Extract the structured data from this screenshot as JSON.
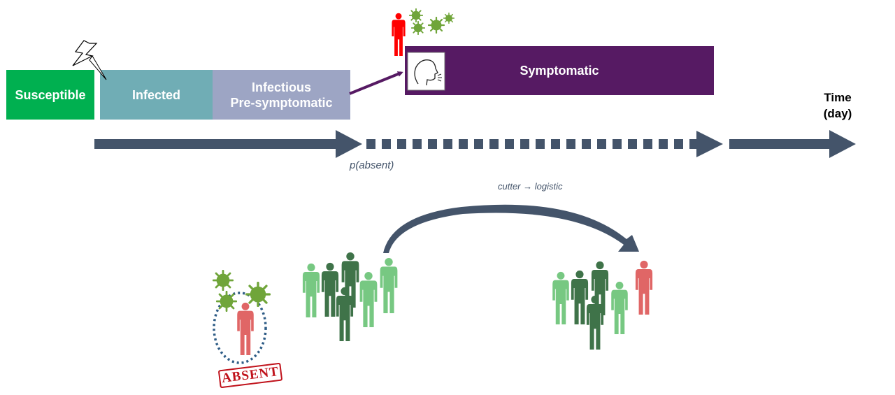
{
  "stages": {
    "susceptible": "Susceptible",
    "infected": "Infected",
    "infectious_line1": "Infectious",
    "infectious_line2": "Pre-symptomatic",
    "symptomatic": "Symptomatic"
  },
  "time_axis": {
    "line1": "Time",
    "line2": "(day)"
  },
  "labels": {
    "p_absent": "p(absent)",
    "transition_from": "cutter",
    "transition_to": "logistic"
  },
  "stamp": "ABSENT",
  "colors": {
    "susceptible": "#00b050",
    "infected": "#70adb5",
    "infectious": "#9da5c4",
    "symptomatic": "#561a63",
    "arrow": "#44546a",
    "person_light": "#77c882",
    "person_dark": "#3f7349",
    "person_red": "#e06666",
    "virus": "#70a53a",
    "stamp": "#c0121b"
  },
  "icons": [
    "lightning-icon",
    "person-icon",
    "virus-icon",
    "coughing-face-icon",
    "curved-arrow-icon"
  ]
}
